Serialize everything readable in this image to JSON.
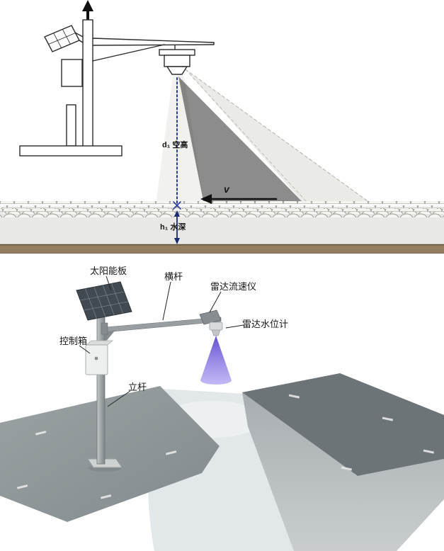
{
  "schematic": {
    "air_height_label": "d₁ 空高",
    "water_depth_label": "h₁ 水深",
    "velocity_label": "v"
  },
  "illustration": {
    "solar_panel_label": "太阳能板",
    "horizontal_bar_label": "横杆",
    "radar_velocity_label": "雷达流速仪",
    "radar_level_label": "雷达水位计",
    "control_box_label": "控制箱",
    "pole_label": "立杆"
  },
  "colors": {
    "beam_dotted_blue": "#2b3a9e",
    "depth_arrow_blue": "#1c2a72",
    "radar_cone_purple": "#6a55d6",
    "ground_brown": "#927e5f",
    "water_gray": "#e8e9e6",
    "bank_gray_dark": "#6d7477",
    "bank_gray_light": "#9ba2a4"
  }
}
